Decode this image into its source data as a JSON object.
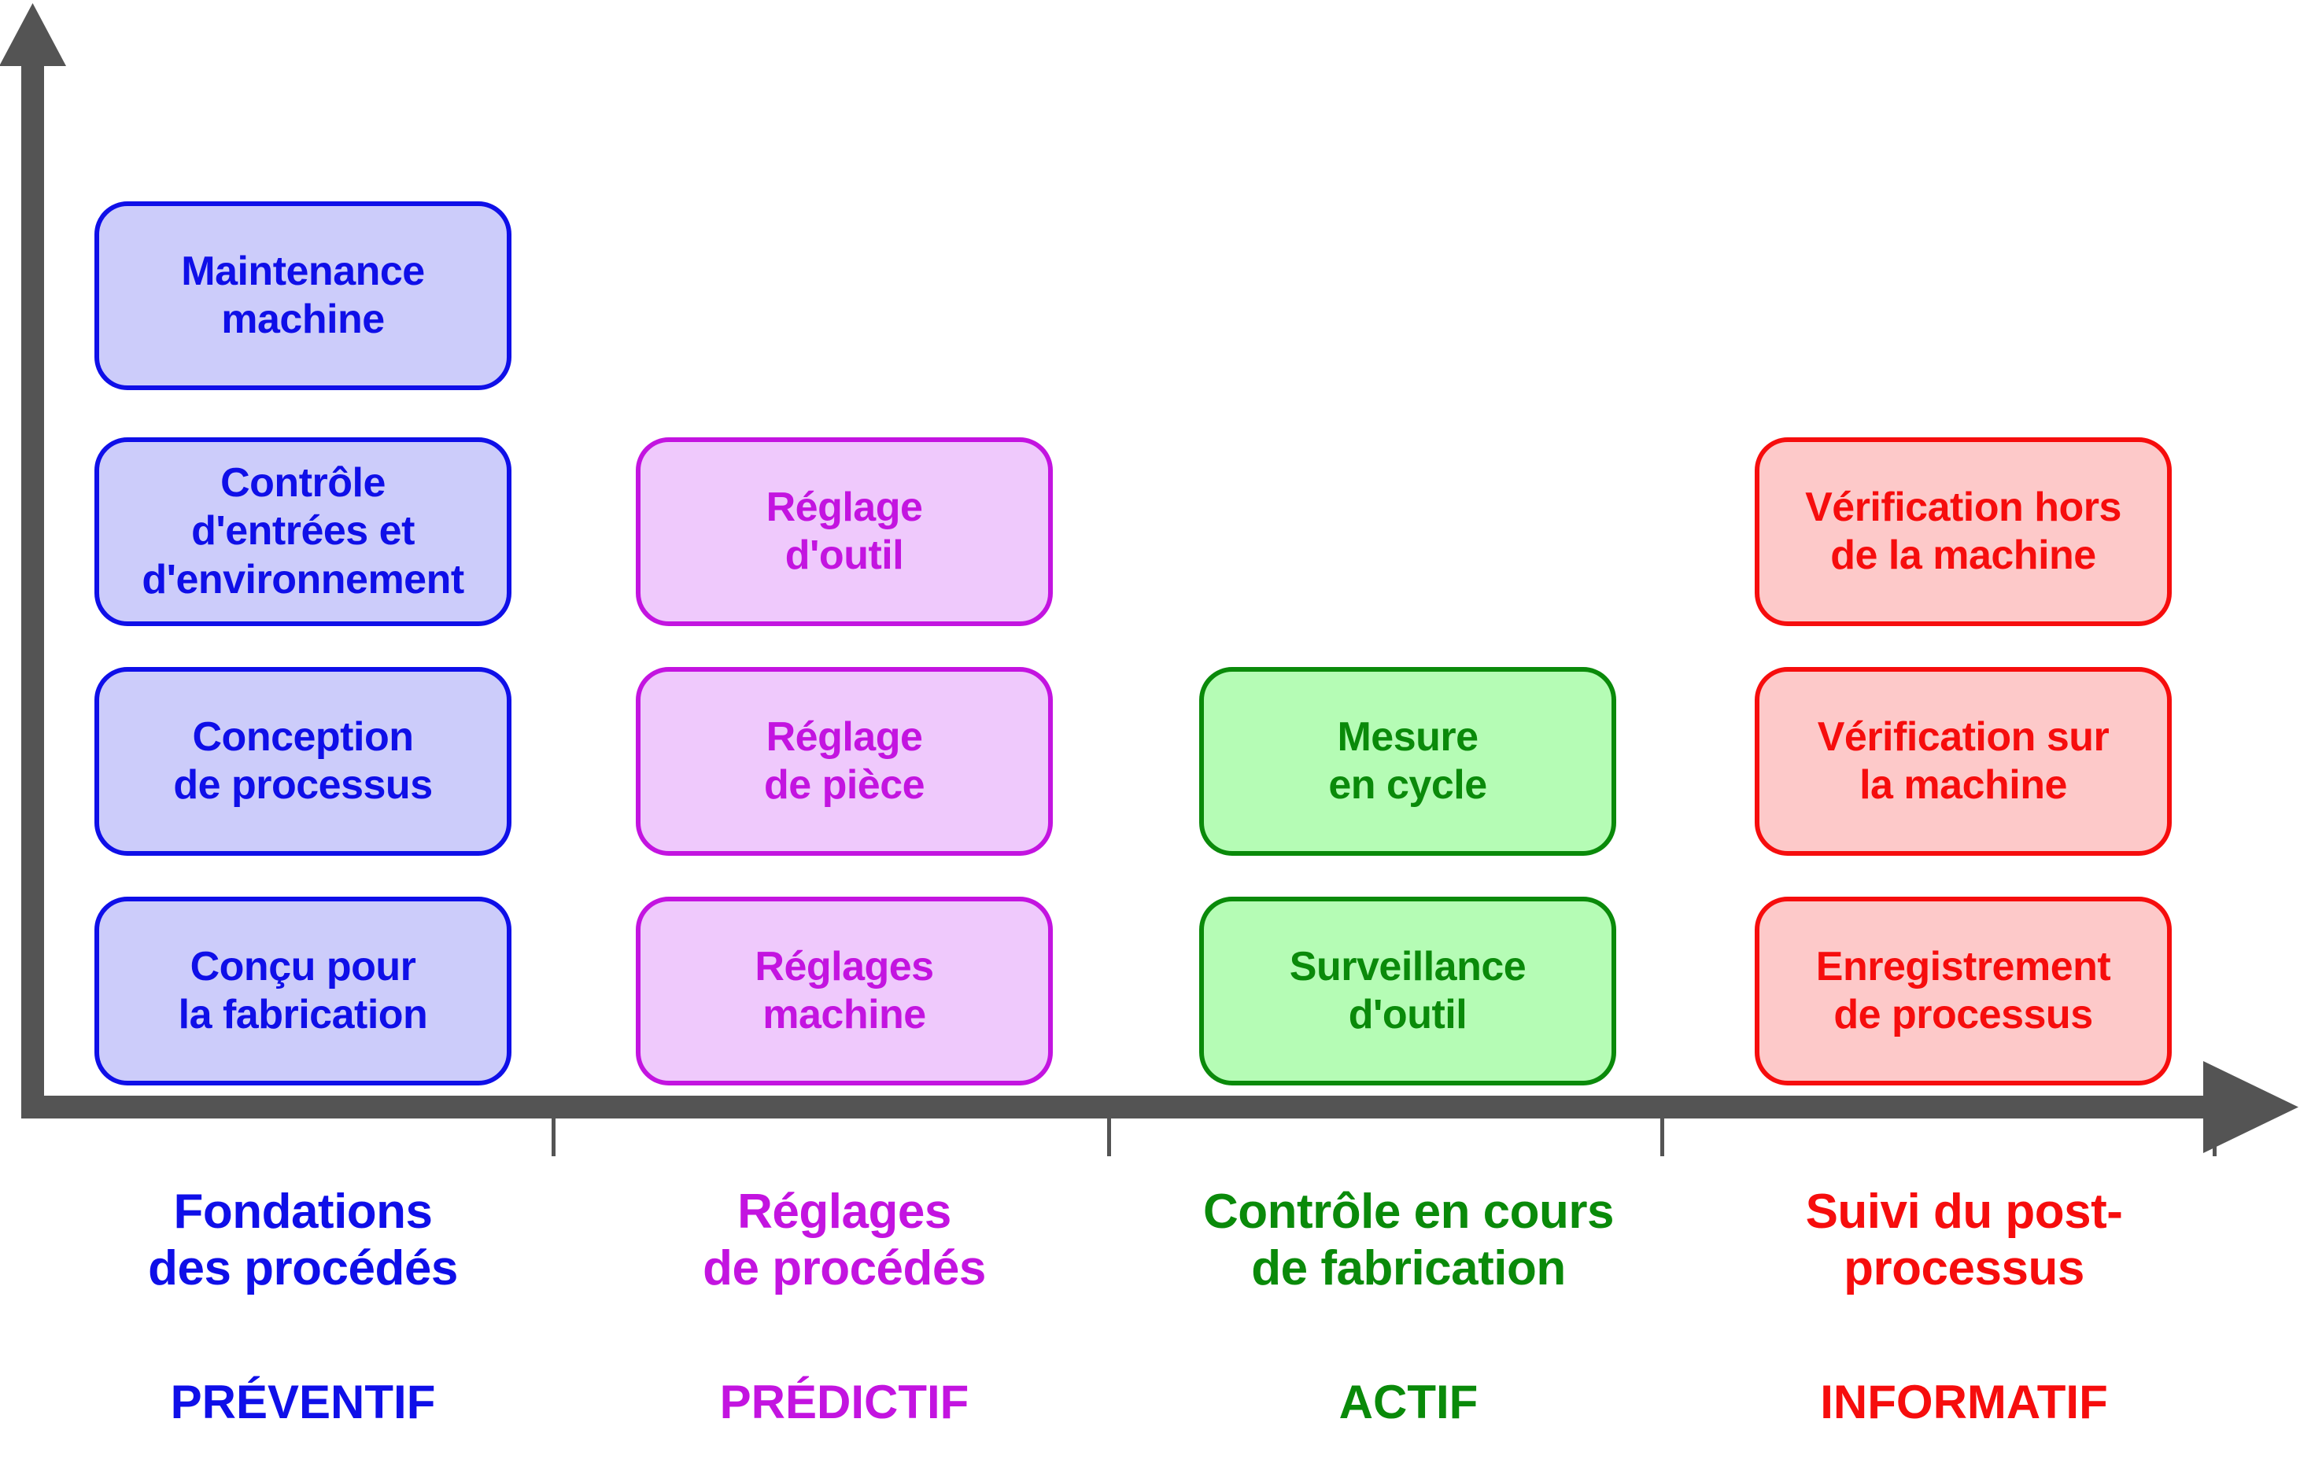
{
  "diagram": {
    "axis": {
      "color": "#545454",
      "vertical_arrow_name": "vertical-axis-arrow",
      "horizontal_arrow_name": "horizontal-axis-arrow",
      "tick_count": 4
    },
    "colors": {
      "blue_text": "#0f0fe8",
      "blue_fill": "#ccccfa",
      "magenta_text": "#c314e0",
      "magenta_fill": "#efc9fc",
      "green_text": "#0a8a0a",
      "green_fill": "#b5fcb5",
      "red_text": "#f60d0d",
      "red_fill": "#fdc9c9"
    },
    "columns": [
      {
        "id": "preventif",
        "label": "Fondations\ndes procédés",
        "type": "PRÉVENTIF",
        "color": "blue",
        "boxes": [
          "Maintenance\nmachine",
          "Contrôle\nd'entrées et\nd'environnement",
          "Conception\nde processus",
          "Conçu pour\nla fabrication"
        ]
      },
      {
        "id": "predictif",
        "label": "Réglages\nde procédés",
        "type": "PRÉDICTIF",
        "color": "magenta",
        "boxes": [
          "Réglage\nd'outil",
          "Réglage\nde pièce",
          "Réglages\nmachine"
        ]
      },
      {
        "id": "actif",
        "label": "Contrôle en cours\nde fabrication",
        "type": "ACTIF",
        "color": "green",
        "boxes": [
          "Mesure\nen cycle",
          "Surveillance\nd'outil"
        ]
      },
      {
        "id": "informatif",
        "label": "Suivi du post-\nprocessus",
        "type": "INFORMATIF",
        "color": "red",
        "boxes": [
          "Vérification hors\nde la machine",
          "Vérification sur\nla machine",
          "Enregistrement\nde processus"
        ]
      }
    ]
  }
}
